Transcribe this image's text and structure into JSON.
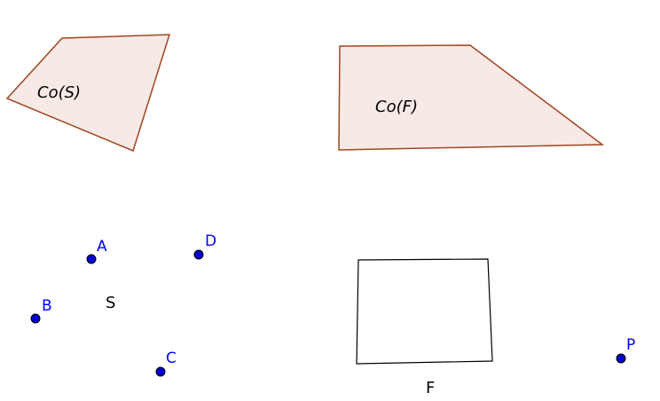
{
  "colors": {
    "hull_fill": "#f6e9e6",
    "hull_stroke": "#a0461e",
    "shape_stroke": "#000000",
    "point_fill": "#0000cc",
    "point_stroke": "#000000",
    "point_label": "#0000ff"
  },
  "labels": {
    "hull_s": "Co(S)",
    "hull_f": "Co(F)",
    "set_s": "S",
    "set_f": "F"
  },
  "points": {
    "a": "A",
    "b": "B",
    "c": "C",
    "d": "D",
    "p": "P"
  }
}
